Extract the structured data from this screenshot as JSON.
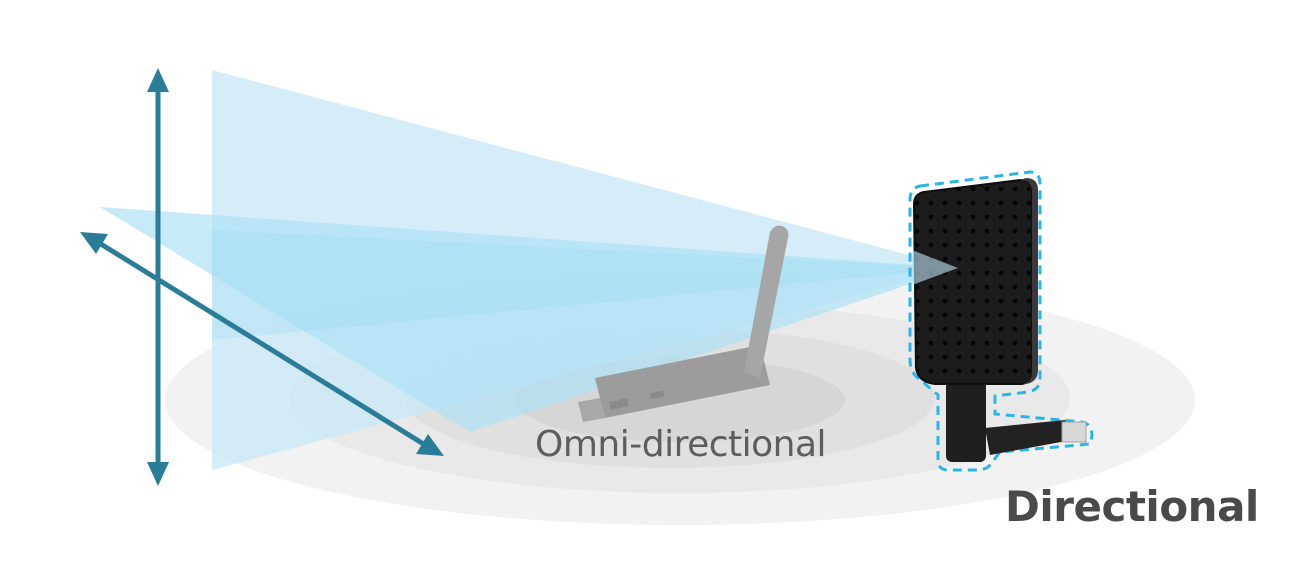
{
  "labels": {
    "omni": "Omni-directional",
    "directional": "Directional"
  },
  "colors": {
    "arrow": "#2a7d99",
    "beam": "#bfe5f7",
    "beam_inner": "#a8e0f5",
    "floor_rings": "#e6e6e6",
    "outline_dashed": "#29b6e6",
    "device_body": "#1f1f1f",
    "pcie_card": "#9a9a9a"
  },
  "icons": {
    "vertical_axis": "double-arrow-vertical",
    "horizontal_axis": "double-arrow-diagonal",
    "directional_antenna": "panel-antenna-usb",
    "omni_adapter": "pcie-card-antenna"
  }
}
